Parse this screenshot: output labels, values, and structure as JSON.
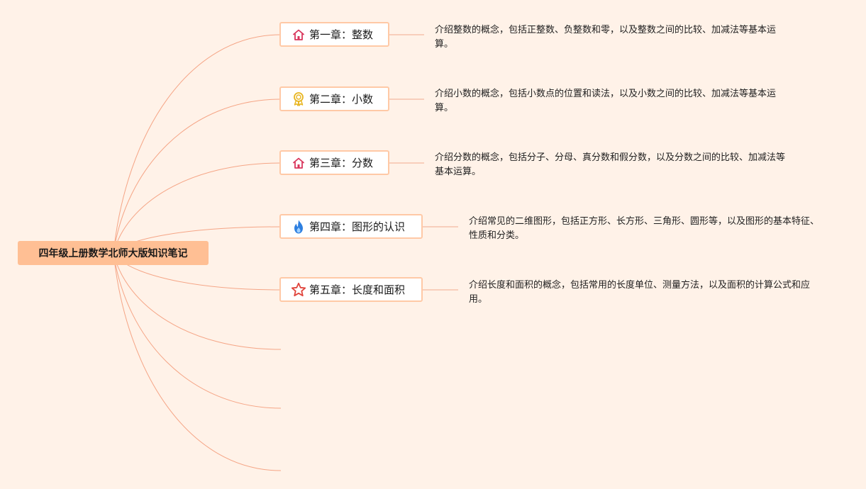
{
  "colors": {
    "background": "#fff2e8",
    "root_fill": "#ffbf94",
    "node_border": "#ffc9a6",
    "branch_line": "#f5a586",
    "connector_line": "#f3b9a0"
  },
  "root": {
    "label": "四年级上册数学北师大版知识笔记"
  },
  "chapters": [
    {
      "icon": "house-icon",
      "label": "第一章：整数",
      "description": "介绍整数的概念，包括正整数、负整数和零，以及整数之间的比较、加减法等基本运算。"
    },
    {
      "icon": "medal-icon",
      "label": "第二章：小数",
      "description": "介绍小数的概念，包括小数点的位置和读法，以及小数之间的比较、加减法等基本运算。"
    },
    {
      "icon": "house-icon",
      "label": "第三章：分数",
      "description": "介绍分数的概念，包括分子、分母、真分数和假分数，以及分数之间的比较、加减法等基本运算。"
    },
    {
      "icon": "flame-icon",
      "label": "第四章：图形的认识",
      "description": "介绍常见的二维图形，包括正方形、长方形、三角形、圆形等，以及图形的基本特征、性质和分类。"
    },
    {
      "icon": "star-icon",
      "label": "第五章：长度和面积",
      "description": "介绍长度和面积的概念，包括常用的长度单位、测量方法，以及面积的计算公式和应用。"
    }
  ],
  "empty_branch_count": 3
}
